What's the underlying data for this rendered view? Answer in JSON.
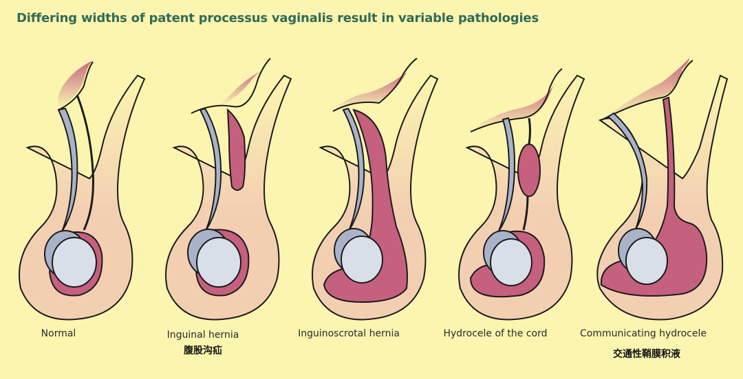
{
  "title": "Differing widths of patent processus vaginalis result in variable pathologies",
  "panels": [
    {
      "id": "normal",
      "label": "Normal",
      "sublabel": ""
    },
    {
      "id": "inguinal-hernia",
      "label": "Inguinal hernia",
      "sublabel": "腹股沟疝"
    },
    {
      "id": "inguinoscrotal-hernia",
      "label": "Inguinoscrotal hernia",
      "sublabel": ""
    },
    {
      "id": "hydrocele-of-the-cord",
      "label": "Hydrocele of the cord",
      "sublabel": ""
    },
    {
      "id": "communicating-hydrocele",
      "label": "Communicating hydrocele",
      "sublabel": "交通性鞘膜积液"
    }
  ],
  "colors": {
    "background": "#fbf5b0",
    "title": "#2f6b57",
    "skin": "#f3cfb2",
    "peritoneum_fluid": "#c5607e",
    "cord": "#a9b3c8",
    "testis": "#d9dfe8",
    "outline": "#1a1a1a"
  }
}
